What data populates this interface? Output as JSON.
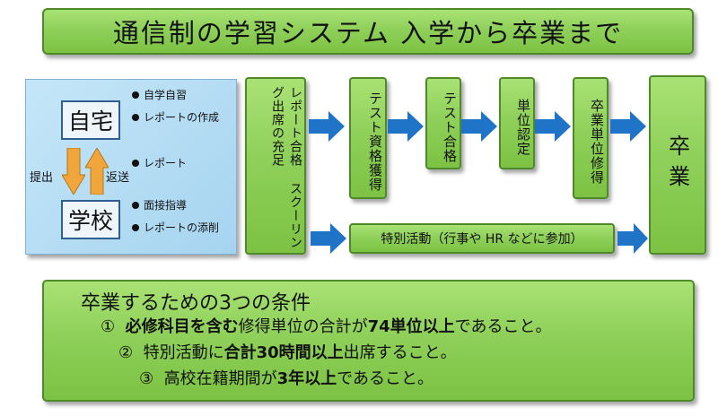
{
  "title": "通信制の学習システム 入学から卒業まで",
  "left_panel": {
    "home_label": "自宅",
    "school_label": "学校",
    "home_bullets": [
      "自学自習",
      "レポートの作成"
    ],
    "middle_bullet": "レポート",
    "school_bullets": [
      "面接指導",
      "レポートの添削"
    ],
    "submit_label": "提出",
    "return_label": "返送"
  },
  "flow": {
    "step1": "レポート合格 スクーリング出席の充足",
    "step2": "テスト資格獲得",
    "step3": "テスト合格",
    "step4": "単位認定",
    "step5": "卒業単位修得",
    "graduation": "卒業",
    "special_activities": "特別活動（行事や HR などに参加）"
  },
  "conditions": {
    "title": "卒業するための3つの条件",
    "items": [
      {
        "num": "①",
        "parts": [
          {
            "t": "必修科目を含む",
            "b": true
          },
          {
            "t": "修得単位の合計が",
            "b": false
          },
          {
            "t": "74単位以上",
            "b": true
          },
          {
            "t": "であること。",
            "b": false
          }
        ]
      },
      {
        "num": "②",
        "parts": [
          {
            "t": "特別活動に",
            "b": false
          },
          {
            "t": "合計30時間以上",
            "b": true
          },
          {
            "t": "出席すること。",
            "b": false
          }
        ]
      },
      {
        "num": "③",
        "parts": [
          {
            "t": "高校在籍期間が",
            "b": false
          },
          {
            "t": "3年以上",
            "b": true
          },
          {
            "t": "であること。",
            "b": false
          }
        ]
      }
    ]
  },
  "colors": {
    "box_green": "#8fd05a",
    "arrow_blue": "#1f74c8",
    "arrow_orange": "#f0a63a",
    "panel_blue": "#a6d4f0"
  }
}
